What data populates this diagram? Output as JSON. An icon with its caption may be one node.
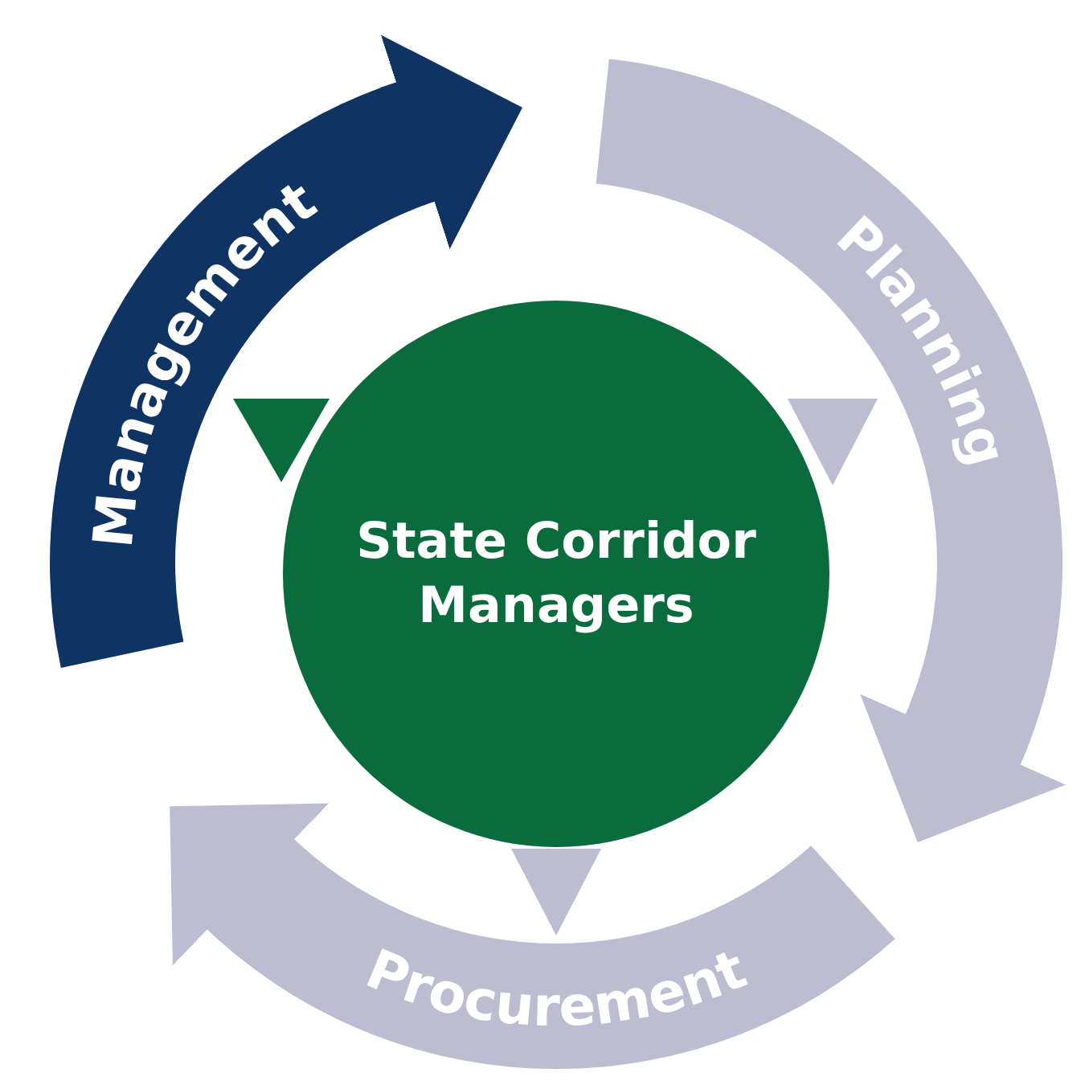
{
  "diagram": {
    "nodes": [
      {
        "text": [
          "State Corridor Managers"
        ]
      },
      {
        "text": [
          "Management"
        ]
      },
      {
        "text": [
          "Planning"
        ]
      },
      {
        "text": [
          "Procurement"
        ]
      }
    ],
    "edges": [
      {
        "from": 1,
        "to": 2,
        "arrow": "to",
        "color": "#0f3463"
      },
      {
        "from": 2,
        "to": 3,
        "arrow": "to"
      },
      {
        "from": 3,
        "to": 1,
        "arrow": "to"
      }
    ]
  }
}
